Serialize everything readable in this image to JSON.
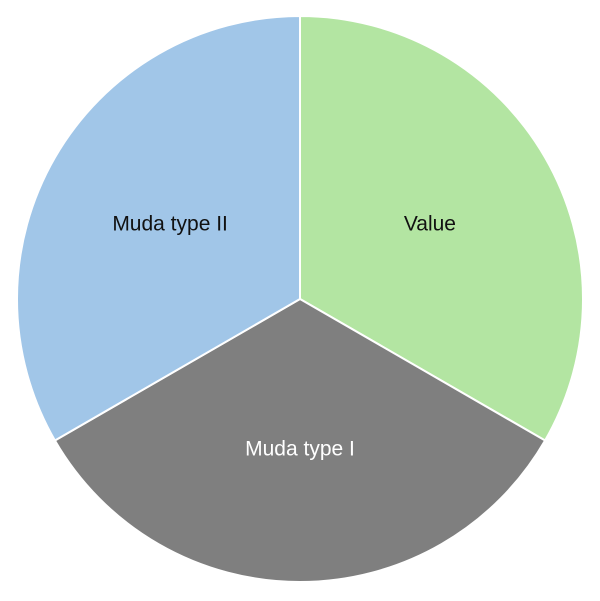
{
  "chart_data": {
    "type": "pie",
    "title": "",
    "slices": [
      {
        "label": "Value",
        "value": 33.33,
        "color": "#b3e5a2",
        "label_color": "#111111"
      },
      {
        "label": "Muda type I",
        "value": 33.33,
        "color": "#7f7f7f",
        "label_color": "#ffffff"
      },
      {
        "label": "Muda type II",
        "value": 33.33,
        "color": "#a1c6e8",
        "label_color": "#111111"
      }
    ],
    "start_angle_deg": 0,
    "direction": "clockwise",
    "legend": "none",
    "slice_border_color": "#ffffff"
  }
}
